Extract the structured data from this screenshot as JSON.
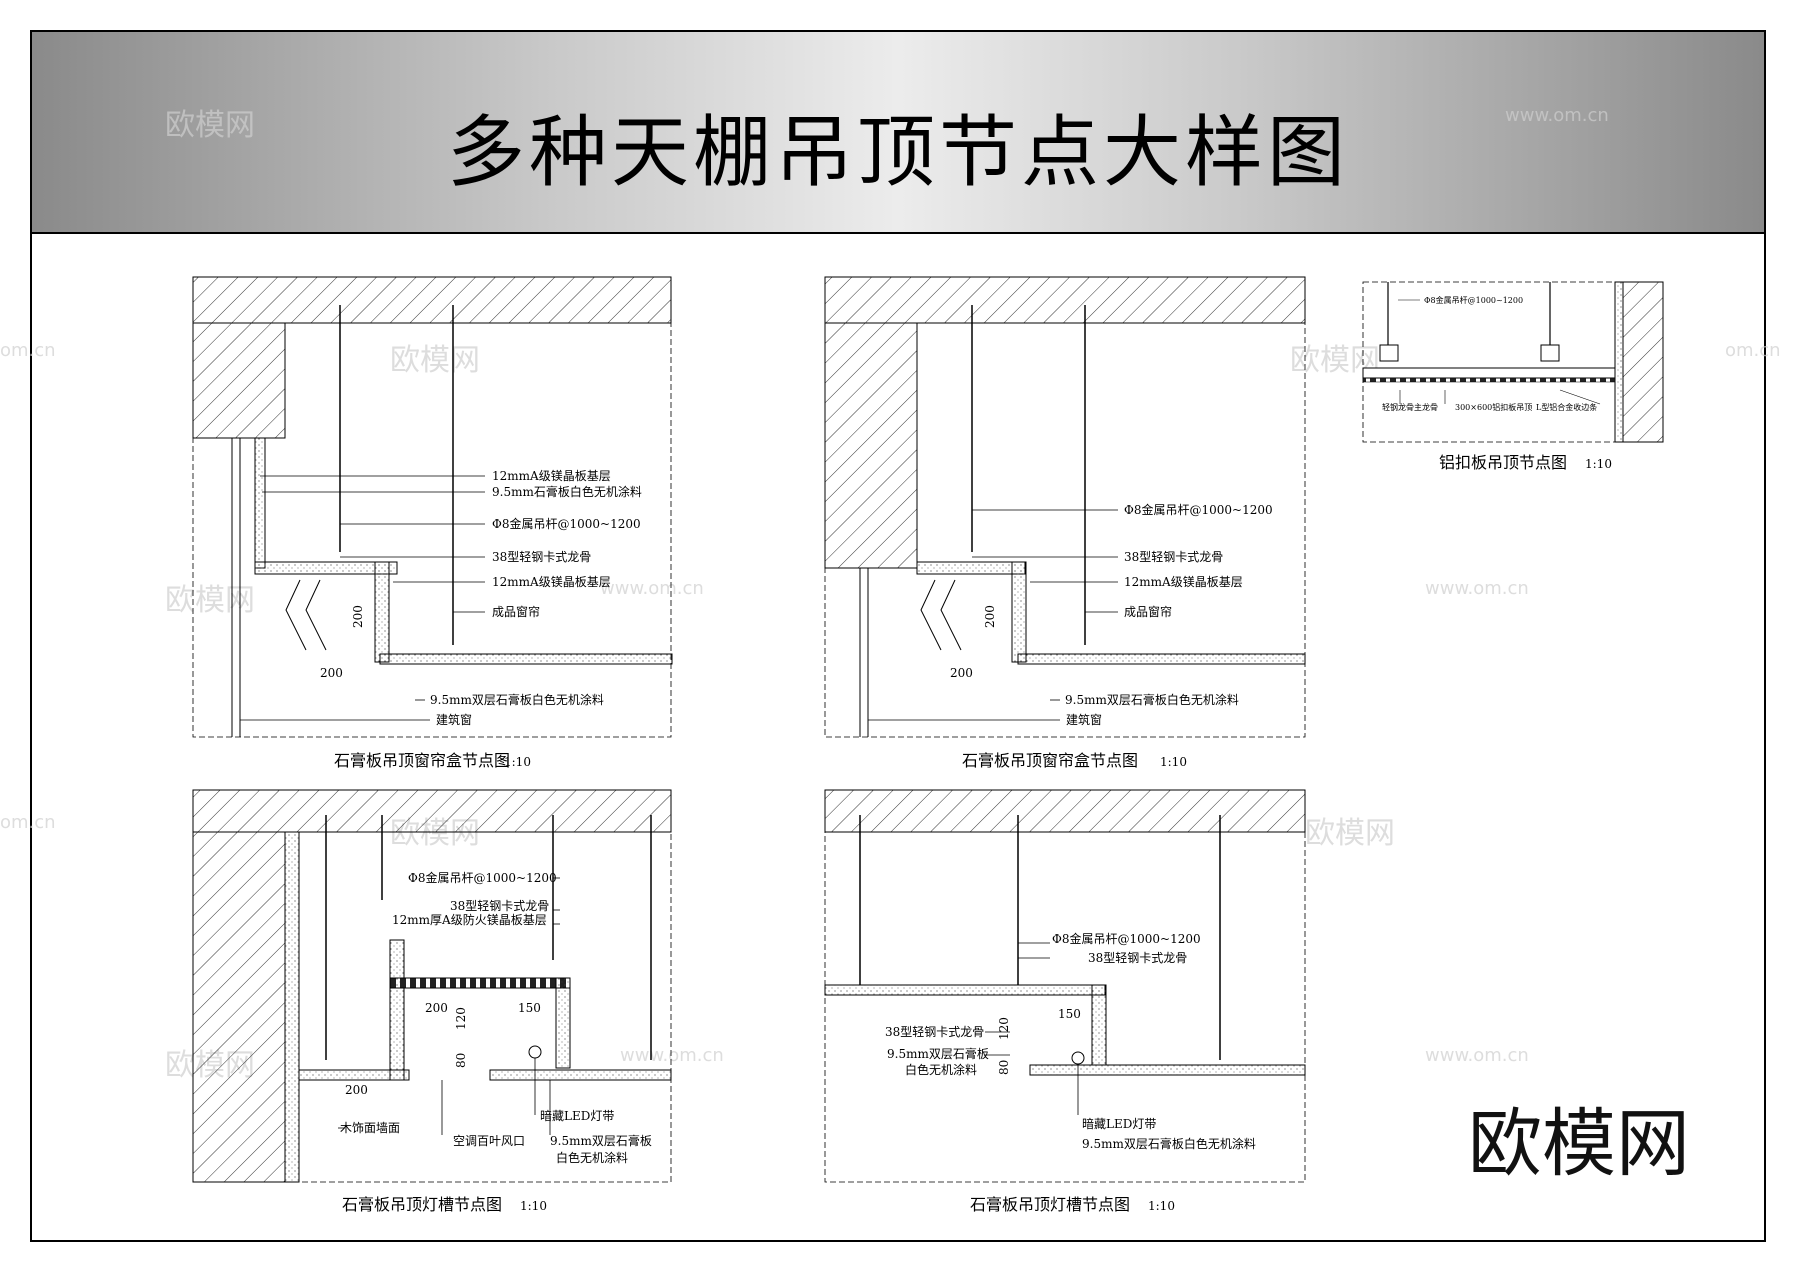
{
  "title": "多种天棚吊顶节点大样图",
  "brand": "欧模网",
  "watermark": {
    "name": "欧模网",
    "url": "www.om.cn",
    "url_partial": "om.cn"
  },
  "scale": "1:10",
  "details": {
    "d1": {
      "caption": "石膏板吊顶窗帘盒节点图",
      "labels": [
        "12mmA级镁晶板基层",
        "9.5mm石膏板白色无机涂料",
        "Φ8金属吊杆@1000~1200",
        "38型轻钢卡式龙骨",
        "12mmA级镁晶板基层",
        "成品窗帘",
        "9.5mm双层石膏板白色无机涂料",
        "建筑窗"
      ],
      "dims": [
        "200",
        "200"
      ]
    },
    "d2": {
      "caption": "石膏板吊顶窗帘盒节点图",
      "labels": [
        "Φ8金属吊杆@1000~1200",
        "38型轻钢卡式龙骨",
        "12mmA级镁晶板基层",
        "成品窗帘",
        "9.5mm双层石膏板白色无机涂料",
        "建筑窗"
      ],
      "dims": [
        "200",
        "200"
      ]
    },
    "d3": {
      "caption": "铝扣板吊顶节点图",
      "labels": [
        "Φ8金属吊杆@1000~1200",
        "轻钢龙骨主龙骨",
        "300×600铝扣板吊顶",
        "L型铝合金收边条"
      ]
    },
    "d4": {
      "caption": "石膏板吊顶灯槽节点图",
      "labels": [
        "Φ8金属吊杆@1000~1200",
        "38型轻钢卡式龙骨",
        "12mm厚A级防火镁晶板基层",
        "木饰面墙面",
        "空调百叶风口",
        "暗藏LED灯带",
        "9.5mm双层石膏板",
        "白色无机涂料"
      ],
      "dims": [
        "200",
        "150",
        "120",
        "80",
        "200"
      ]
    },
    "d5": {
      "caption": "石膏板吊顶灯槽节点图",
      "labels": [
        "Φ8金属吊杆@1000~1200",
        "38型轻钢卡式龙骨",
        "38型轻钢卡式龙骨",
        "9.5mm双层石膏板",
        "白色无机涂料",
        "暗藏LED灯带",
        "9.5mm双层石膏板白色无机涂料"
      ],
      "dims": [
        "150",
        "120",
        "80"
      ]
    }
  }
}
